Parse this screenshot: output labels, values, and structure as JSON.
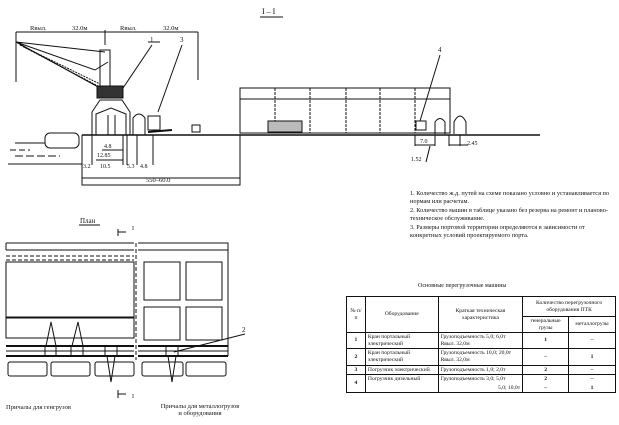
{
  "section": {
    "title": "I – I",
    "reach_label_1": "Rвыл.",
    "reach_value_1": "32.0м",
    "reach_label_2": "Rвыл.",
    "reach_value_2": "32.0м",
    "callouts": [
      "1",
      "3",
      "4",
      "2"
    ],
    "dims": {
      "d48a": "4.8",
      "d1285": "12.85",
      "d32": "3.2",
      "d105": "10.5",
      "d53": "5.3",
      "d48b": "4.8",
      "total": "550–60.0",
      "d70": "7.0",
      "d245": "2.45",
      "d152": "1.52"
    }
  },
  "plan": {
    "title": "План",
    "cut_mark": "I",
    "caption_left": "Причалы для генгрузов",
    "caption_right_1": "Причалы для металлогрузов",
    "caption_right_2": "и оборудования"
  },
  "notes": [
    "1. Количество ж.д. путей на схеме показано условно и устанавливается по нормам или расчетам.",
    "2. Количество машин в таблице указано без резерва на ремонт и планово-техническое обслуживание.",
    "3. Размеры портовой территории определяются в зависимости от конкретных условий проектируемого порта."
  ],
  "table": {
    "title": "Основные перегрузочные машины",
    "headers": {
      "num": "№ п/п",
      "equipment": "Оборудование",
      "spec": "Краткая техническая характеристика",
      "qty": "Количество перегрузочного оборудования ПТК",
      "general": "генеральные грузы",
      "metal": "металлогрузы"
    },
    "rows": [
      {
        "num": "1",
        "equipment": "Кран портальный электрический",
        "spec": "Грузоподъемность 5,0; 6,0т Rвыл. 32,0м",
        "general": "1",
        "metal": "–"
      },
      {
        "num": "2",
        "equipment": "Кран портальный электрический",
        "spec": "Грузоподъемность 10,0; 20,0т Rвыл. 32,0м",
        "general": "–",
        "metal": "1"
      },
      {
        "num": "3",
        "equipment": "Погрузчик электрический",
        "spec": "Грузоподъемность 1,0; 2,0т",
        "general": "2",
        "metal": "–"
      },
      {
        "num": "4",
        "equipment": "Погрузчик дизельный",
        "spec": "Грузоподъемность 3,0; 5,0т",
        "general": "2",
        "metal": "–"
      },
      {
        "num": "",
        "equipment": "",
        "spec": "5,0; 10,0т",
        "general": "–",
        "metal": "1"
      }
    ]
  }
}
